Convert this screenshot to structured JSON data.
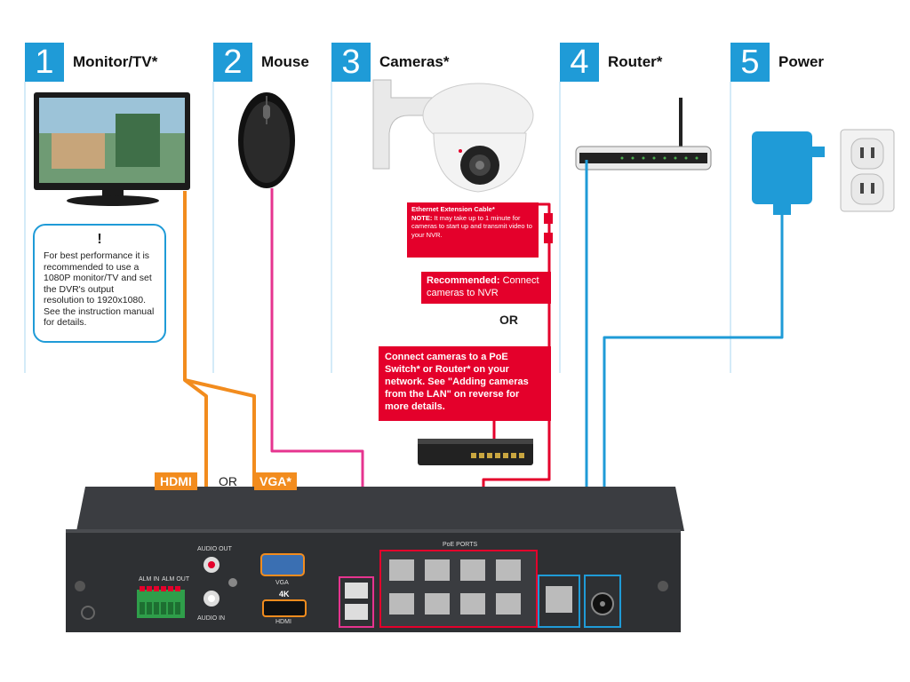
{
  "steps": [
    {
      "num": "1",
      "title": "Monitor/TV*"
    },
    {
      "num": "2",
      "title": "Mouse"
    },
    {
      "num": "3",
      "title": "Cameras*"
    },
    {
      "num": "4",
      "title": "Router*"
    },
    {
      "num": "5",
      "title": "Power"
    }
  ],
  "note": {
    "icon": "!",
    "text": "For best performance it is recommended to use a 1080P monitor/TV and set the DVR's output resolution to 1920x1080. See the instruction manual for details."
  },
  "camera_notes": {
    "cable_title": "Ethernet Extension Cable*",
    "note_label": "NOTE:",
    "note_text": " It may take up to 1 minute for cameras to start up and transmit video to your NVR.",
    "recommended_label": "Recommended:",
    "recommended_text": " Connect cameras to NVR",
    "or": "OR",
    "alt_text": "Connect cameras to a PoE Switch* or Router* on your network. See \"Adding cameras from the LAN\" on reverse for more details."
  },
  "video_labels": {
    "hdmi": "HDMI",
    "or": "OR",
    "vga": "VGA*"
  },
  "panel_labels": {
    "alm_in": "ALM IN",
    "alm_out": "ALM OUT",
    "audio_out": "AUDIO OUT",
    "audio_in": "AUDIO IN",
    "vga": "VGA",
    "k4": "4K",
    "hdmi": "HDMI",
    "poe_ports": "PoE PORTS"
  },
  "colors": {
    "step_blue": "#1f9bd7",
    "hdmi_orange": "#f28c1e",
    "mouse_magenta": "#e6348f",
    "camera_red": "#e4002b",
    "router_blue": "#1f9bd7",
    "nvr_body": "#2e3033"
  }
}
